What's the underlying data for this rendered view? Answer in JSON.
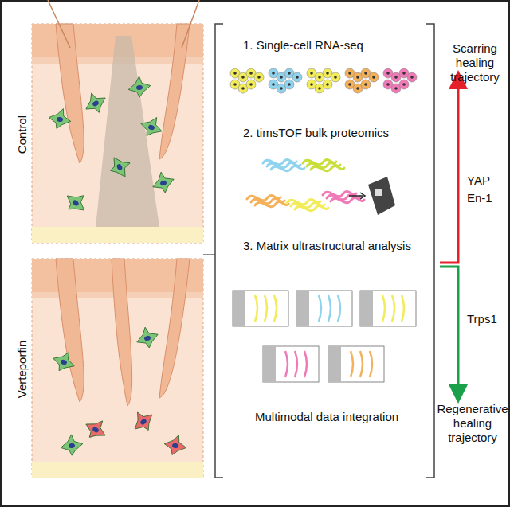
{
  "diagram": {
    "labels": [
      "Control",
      "Verteporfin",
      "1. Single-cell RNA-seq",
      "2. timsTOF bulk proteomics",
      "3. Matrix ultrastructural analysis",
      "Multimodal data integration",
      "Scarring healing trajectory",
      "YAP",
      "En-1",
      "Trps1",
      "Regenerative healing trajectory"
    ]
  }
}
